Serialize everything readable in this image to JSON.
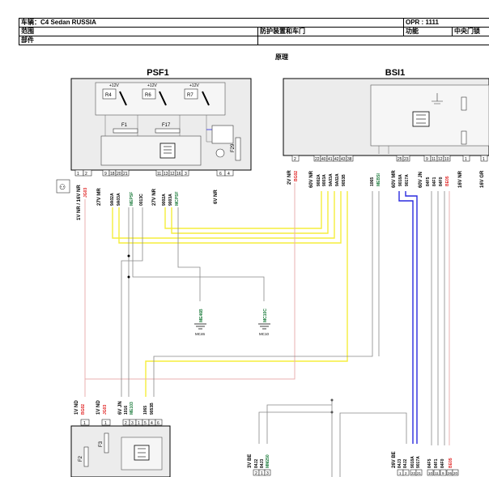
{
  "header": {
    "vehicle": "车辆：C4 Sedan RUSSIA",
    "opr": "OPR : 1111",
    "scope_label": "范围",
    "scope_value": "防护装置和车门",
    "function_label": "功能",
    "function_value": "中央门锁",
    "part_label": "部件",
    "subtitle": "原理"
  },
  "modules": {
    "psf1": "PSF1",
    "bsi1": "BSI1"
  },
  "psf1": {
    "relays": [
      "R4",
      "R6",
      "R7"
    ],
    "supply": "+12V",
    "fuses": [
      "F1",
      "F17",
      "F29"
    ],
    "connectors": [
      {
        "label": "1V NR / 16V NR",
        "pins": [
          "1",
          "2"
        ]
      },
      {
        "label": "27V MR",
        "pins": [
          "9",
          "18",
          "20",
          "21"
        ]
      },
      {
        "label": "27V NR",
        "pins": [
          "11",
          "13",
          "12",
          "16",
          "3"
        ]
      },
      {
        "label": "6V NR",
        "pins": [
          "6",
          "4"
        ]
      }
    ],
    "wires": [
      "9A02A",
      "9A03A",
      "MEPSF",
      "0013C",
      "9002A",
      "9003A",
      "MCPSF"
    ]
  },
  "bsi1": {
    "connectors": [
      {
        "label": "2V NR",
        "pins": [
          "2"
        ],
        "wire": "BG02"
      },
      {
        "label": "60V NR",
        "pins": [
          "22",
          "40",
          "41",
          "42",
          "43",
          "38"
        ]
      },
      {
        "label": "60V MR",
        "pins": [
          "25",
          "23"
        ]
      },
      {
        "label": "60V JN",
        "pins": [
          "9",
          "11",
          "12",
          "10"
        ]
      },
      {
        "label": "16V NR",
        "pins": [
          "1"
        ]
      },
      {
        "label": "16V GR",
        "pins": [
          "1"
        ]
      }
    ],
    "wires": [
      "9002A",
      "9003A",
      "9A03A",
      "9A02A",
      "9053B",
      "1065",
      "MEBSI",
      "9018A",
      "9017A",
      "84F5",
      "84F1",
      "84F0",
      "BE05"
    ]
  },
  "grounds": [
    {
      "wire": "ME46B",
      "label": "MC46"
    },
    {
      "wire": "MC10C",
      "label": "MC10"
    }
  ],
  "bottom_left": {
    "connectors": [
      {
        "label": "1V ND",
        "wire": "BG02",
        "pin": "1"
      },
      {
        "label": "1V ND",
        "wire": "JG03",
        "pin": "1"
      },
      {
        "label": "6V JN",
        "wires": [
          "1016",
          "ME103"
        ],
        "pins": [
          "2",
          "3"
        ]
      },
      {
        "label": "",
        "wires": [
          "1065",
          "9053B"
        ],
        "pins": [
          "1",
          "5",
          "4",
          "6"
        ]
      }
    ],
    "fuses": [
      "F2",
      "F3"
    ]
  },
  "bottom_mid": {
    "label": "3V BE",
    "wires": [
      "84J2",
      "84J3",
      "MM250"
    ],
    "pins": [
      "2",
      "1",
      "3"
    ]
  },
  "bottom_right": {
    "label": "26V BE",
    "wires": [
      "84J3",
      "84J2",
      "9018A",
      "9017A",
      "84F5",
      "84F1",
      "84F0",
      "BE05"
    ],
    "pins": [
      "1",
      "2",
      "22",
      "21",
      "10",
      "11",
      "9",
      "26",
      "20"
    ]
  },
  "psf1_wire_labels": [
    "JG03",
    "1V NR / 16V NR"
  ],
  "colors": {
    "yellow": "#f5ee3b",
    "blue": "#2a2adf",
    "red": "#e8b0b0",
    "gray": "#888888",
    "green": "#1a7a3a",
    "label_red": "#e02020"
  }
}
